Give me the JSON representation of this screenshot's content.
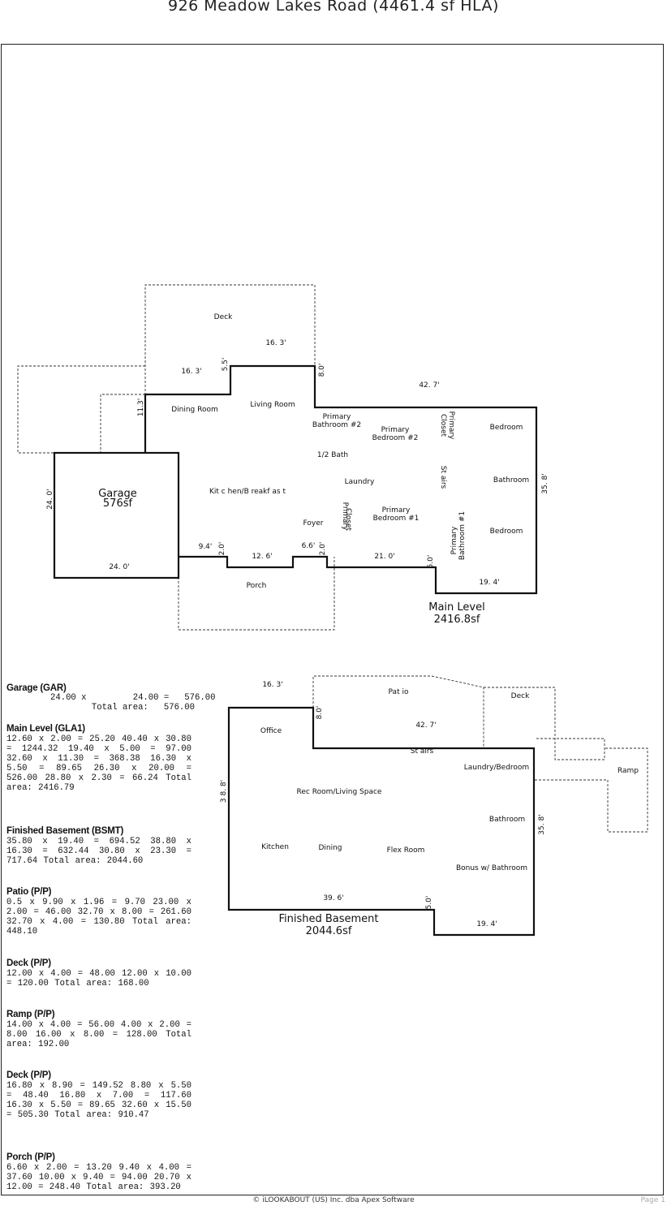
{
  "title": "926 Meadow Lakes Road (4461.4 sf HLA)",
  "main_level": {
    "name": "Main Level",
    "area": "2416.8sf",
    "garage_name": "Garage",
    "garage_area": "576sf",
    "rooms": {
      "deck": "Deck",
      "dining_room": "Dining Room",
      "living_room": "Living Room",
      "primary_bathroom_2": [
        "Primary",
        "Bathroom #2"
      ],
      "primary_bedroom_2": [
        "Primary",
        "Bedroom #2"
      ],
      "primary_closet": [
        "Primary",
        "Closet"
      ],
      "bedroom_upper": "Bedroom",
      "half_bath": "1/2 Bath",
      "laundry": "Laundry",
      "stairs": "St airs",
      "bathroom": "Bathroom",
      "kitchen": "Kit c hen/B reakf as t",
      "primary_closet_2": [
        "Primary",
        "Closet"
      ],
      "primary_bedroom_1": [
        "Primary",
        "Bedroom #1"
      ],
      "primary_bathroom_1": [
        "Primary",
        "Bathroom #1"
      ],
      "foyer": "Foyer",
      "bedroom_lower": "Bedroom",
      "porch": "Porch"
    },
    "dims": {
      "d163_top": "16. 3'",
      "d163_left": "16. 3'",
      "d55": "5.5'",
      "d80": "8.0'",
      "d427": "42. 7'",
      "d113": "11.3'",
      "d240_v": "24. 0'",
      "d358": "35. 8'",
      "d94": "9.4'",
      "d20_a": "2.0'",
      "d126": "12. 6'",
      "d66": "6.6'",
      "d20_b": "2.0'",
      "d210": "21. 0'",
      "d50": "5.0'",
      "d194": "19. 4'",
      "d240_h": "24. 0'"
    }
  },
  "basement": {
    "name": "Finished Basement",
    "area": "2044.6sf",
    "rooms": {
      "patio": "Pat io",
      "deck": "Deck",
      "office": "Office",
      "stairs": "St airs",
      "laundry": "Laundry/Bedroom",
      "ramp": "Ramp",
      "rec_room": "Rec Room/Living Space",
      "bathroom": "Bathroom",
      "kitchen": "Kitchen",
      "dining": "Dining",
      "flex": "Flex Room",
      "bonus": "Bonus w/ Bathroom"
    },
    "dims": {
      "d163": "16. 3'",
      "d80": "8.0'",
      "d427": "42. 7'",
      "d388": "3 8. 8'",
      "d358": "35. 8'",
      "d396": "39. 6'",
      "d50": "5.0'",
      "d194": "19. 4'"
    }
  },
  "area_calcs": [
    {
      "heading": "Garage (GAR)",
      "lines": [
        "24.00 x         24.00 =   576.00",
        "        Total area:   576.00"
      ]
    },
    {
      "heading": "Main Level (GLA1)",
      "body": "12.60 x 2.00 = 25.20  40.40 x 30.80 = 1244.32  19.40 x 5.00 = 97.00  32.60 x 11.30 = 368.38  16.30 x 5.50 = 89.65 26.30 x 20.00 = 526.00  28.80 x 2.30 = 66.24  Total area: 2416.79"
    },
    {
      "heading": "Finished Basement (BSMT)",
      "body": "35.80 x 19.40 = 694.52  38.80 x 16.30 = 632.44  30.80 x 23.30 = 717.64  Total area: 2044.60"
    },
    {
      "heading": "Patio (P/P)",
      "body": "0.5 x 9.90 x 1.96 = 9.70  23.00 x 2.00 = 46.00  32.70 x 8.00 = 261.60  32.70 x 4.00 = 130.80  Total area: 448.10"
    },
    {
      "heading": "Deck (P/P)",
      "body": "12.00 x 4.00 = 48.00  12.00 x 10.00 = 120.00  Total area: 168.00"
    },
    {
      "heading": "Ramp (P/P)",
      "body": "14.00 x 4.00 = 56.00  4.00 x 2.00 = 8.00 16.00 x 8.00 = 128.00  Total area: 192.00"
    },
    {
      "heading": "Deck (P/P)",
      "body": "16.80 x 8.90 = 149.52  8.80 x 5.50 = 48.40  16.80 x 7.00 = 117.60  16.30 x 5.50 = 89.65  32.60 x 15.50 = 505.30 Total area: 910.47"
    },
    {
      "heading": "Porch (P/P)",
      "body": "6.60 x 2.00 = 13.20  9.40 x 4.00 = 37.60 10.00 x 9.40 = 94.00  20.70 x 12.00 = 248.40  Total area: 393.20"
    }
  ],
  "footer": "© iLOOKABOUT (US) Inc. dba Apex Software",
  "page_label": "Page 1"
}
